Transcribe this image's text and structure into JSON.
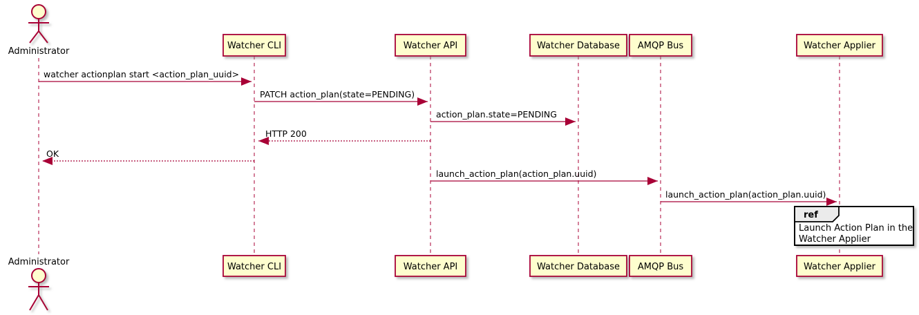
{
  "colors": {
    "participant_fill": "#FEFECE",
    "participant_border": "#A80036",
    "arrow": "#A80036",
    "lifeline": "#A80036",
    "text": "#000000",
    "ref_border": "#000000",
    "ref_header_fill": "#EBEBEB",
    "ref_fill": "#FFFFFF",
    "shadow": "#888888"
  },
  "actor": {
    "label": "Administrator"
  },
  "participants": [
    {
      "label": "Watcher CLI"
    },
    {
      "label": "Watcher API"
    },
    {
      "label": "Watcher Database"
    },
    {
      "label": "AMQP Bus"
    },
    {
      "label": "Watcher Applier"
    }
  ],
  "messages": [
    {
      "label": "watcher actionplan start <action_plan_uuid>",
      "from": "Administrator",
      "to": "Watcher CLI",
      "line": "solid"
    },
    {
      "label": "PATCH action_plan(state=PENDING)",
      "from": "Watcher CLI",
      "to": "Watcher API",
      "line": "solid"
    },
    {
      "label": "action_plan.state=PENDING",
      "from": "Watcher API",
      "to": "Watcher Database",
      "line": "solid"
    },
    {
      "label": "HTTP 200",
      "from": "Watcher API",
      "to": "Watcher CLI",
      "line": "dashed"
    },
    {
      "label": "OK",
      "from": "Watcher CLI",
      "to": "Administrator",
      "line": "dashed"
    },
    {
      "label": "launch_action_plan(action_plan.uuid)",
      "from": "Watcher API",
      "to": "AMQP Bus",
      "line": "solid"
    },
    {
      "label": "launch_action_plan(action_plan.uuid)",
      "from": "AMQP Bus",
      "to": "Watcher Applier",
      "line": "solid"
    }
  ],
  "ref": {
    "keyword": "ref",
    "line1": "Launch Action Plan in the",
    "line2": "Watcher Applier",
    "over": "Watcher Applier"
  }
}
